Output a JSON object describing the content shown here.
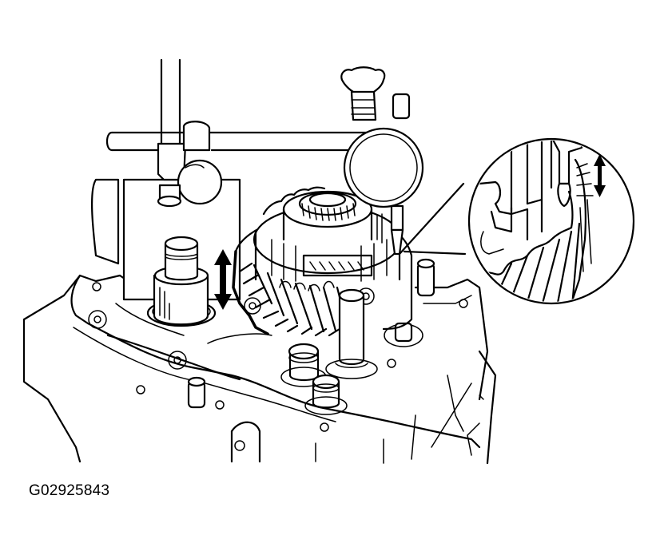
{
  "figure": {
    "label": "G02925843",
    "description": "Dial indicator on magnetic stand measuring gear backlash on transmission case, with magnified detail of indicator probe on gear teeth",
    "elements": [
      "dial-indicator",
      "magnetic-stand",
      "helical-gear",
      "output-shaft",
      "transmission-case",
      "magnified-detail-circle",
      "movement-arrow"
    ],
    "colors": {
      "line": "#000000",
      "background": "#ffffff"
    }
  }
}
